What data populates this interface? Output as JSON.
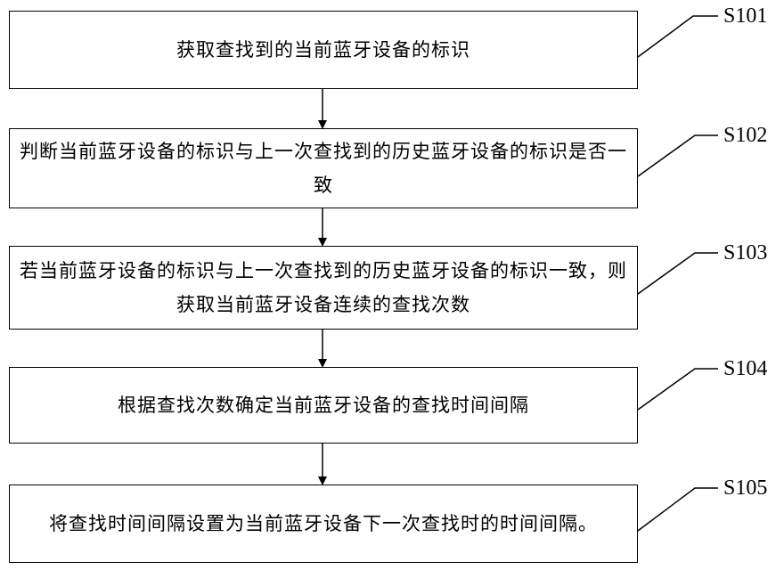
{
  "steps": [
    {
      "id": "S101",
      "text": "获取查找到的当前蓝牙设备的标识"
    },
    {
      "id": "S102",
      "text": "判断当前蓝牙设备的标识与上一次查找到的历史蓝牙设备的标识是否一致"
    },
    {
      "id": "S103",
      "text": "若当前蓝牙设备的标识与上一次查找到的历史蓝牙设备的标识一致，则获取当前蓝牙设备连续的查找次数"
    },
    {
      "id": "S104",
      "text": "根据查找次数确定当前蓝牙设备的查找时间间隔"
    },
    {
      "id": "S105",
      "text": "将查找时间间隔设置为当前蓝牙设备下一次查找时的时间间隔。"
    }
  ]
}
